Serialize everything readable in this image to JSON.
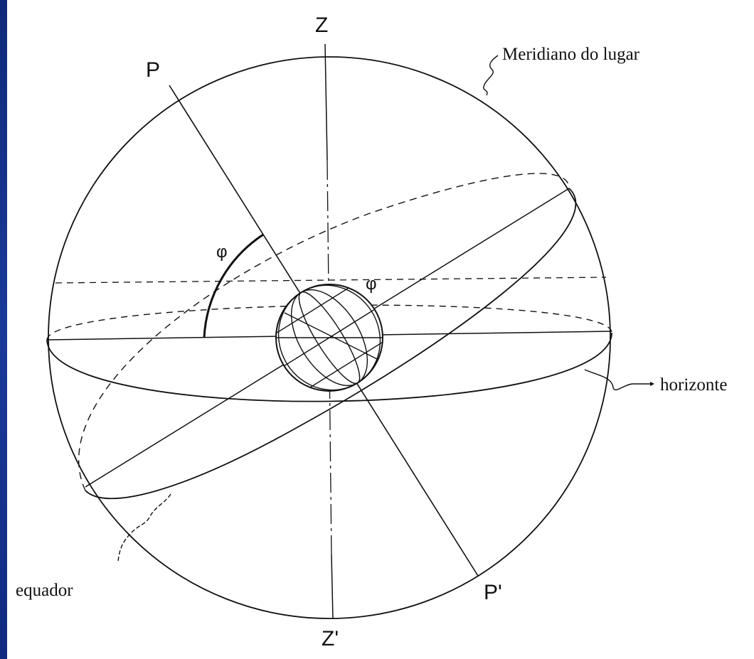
{
  "diagram": {
    "labels": {
      "zenith": "Z",
      "nadir": "Z'",
      "north_pole": "P",
      "south_pole": "P'",
      "latitude_angle": "φ",
      "latitude_angle_small": "φ",
      "meridian": "Meridiano do lugar",
      "horizon": "horizonte",
      "equator": "equador"
    },
    "colors": {
      "background": "#1a3a9a",
      "panel": "#ffffff",
      "ink": "#111111"
    }
  }
}
